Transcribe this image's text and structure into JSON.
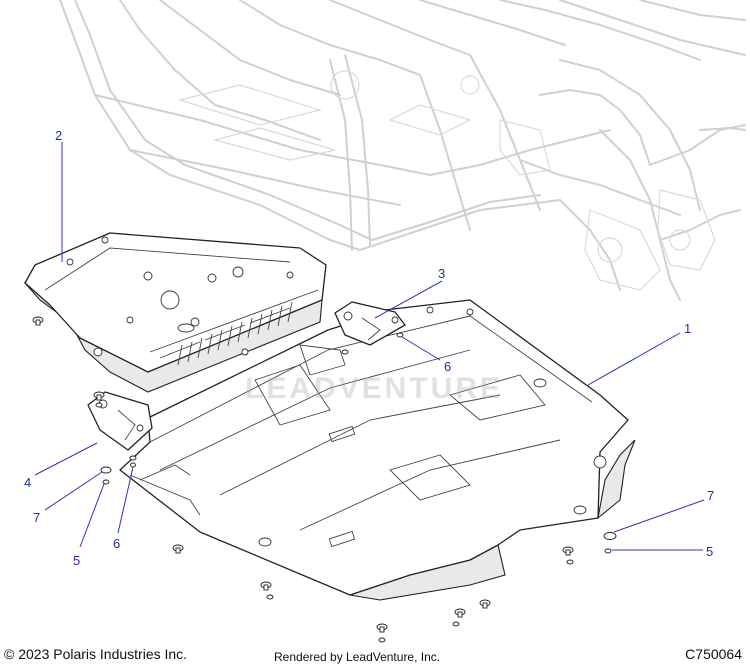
{
  "callouts": [
    {
      "id": "c1",
      "label": "1"
    },
    {
      "id": "c2",
      "label": "2"
    },
    {
      "id": "c3",
      "label": "3"
    },
    {
      "id": "c4",
      "label": "4"
    },
    {
      "id": "c5a",
      "label": "5"
    },
    {
      "id": "c5b",
      "label": "5"
    },
    {
      "id": "c6a",
      "label": "6"
    },
    {
      "id": "c6b",
      "label": "6"
    },
    {
      "id": "c7a",
      "label": "7"
    },
    {
      "id": "c7b",
      "label": "7"
    }
  ],
  "footer": {
    "copyright": "© 2023 Polaris Industries Inc.",
    "rendered_by": "Rendered by LeadVenture, Inc.",
    "diagram_code": "C750064"
  },
  "watermark": "LEADVENTURE",
  "colors": {
    "callout": "#1f2fa8",
    "frame": "#d0d0d0",
    "line": "#222222"
  }
}
